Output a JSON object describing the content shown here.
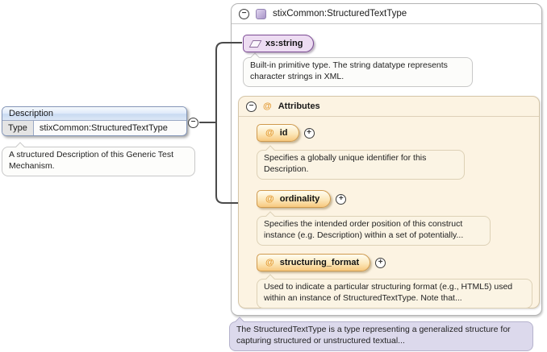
{
  "element_box": {
    "name": "Description",
    "type_label": "Type",
    "type_value": "stixCommon:StructuredTextType",
    "annotation": "A structured Description of this Generic Test Mechanism."
  },
  "type_panel": {
    "title": "stixCommon:StructuredTextType",
    "base_type": {
      "name": "xs:string",
      "doc": "Built-in primitive type. The string datatype represents character strings in XML."
    },
    "attributes": {
      "title": "Attributes",
      "items": [
        {
          "name": "id",
          "doc": "Specifies a globally unique identifier for this Description."
        },
        {
          "name": "ordinality",
          "doc": "Specifies the intended order position of this construct instance (e.g. Description) within a set of potentially..."
        },
        {
          "name": "structuring_format",
          "doc": "Used to indicate a particular structuring format (e.g., HTML5) used within an instance of StructuredTextType. Note that..."
        }
      ]
    }
  },
  "footnote": "The StructuredTextType is a type representing a generalized structure for capturing structured or unstructured textual...",
  "icons": {
    "collapse": "−",
    "expand": "+",
    "attribute": "@"
  },
  "colors": {
    "accent_purple": "#7b4a94",
    "accent_orange": "#e39b35",
    "attributes_panel_bg": "#fcf3e2",
    "footnote_bg": "#dcd9ec",
    "element_header_bg": "#d9e6f7",
    "connector": "#4a4a4a"
  }
}
